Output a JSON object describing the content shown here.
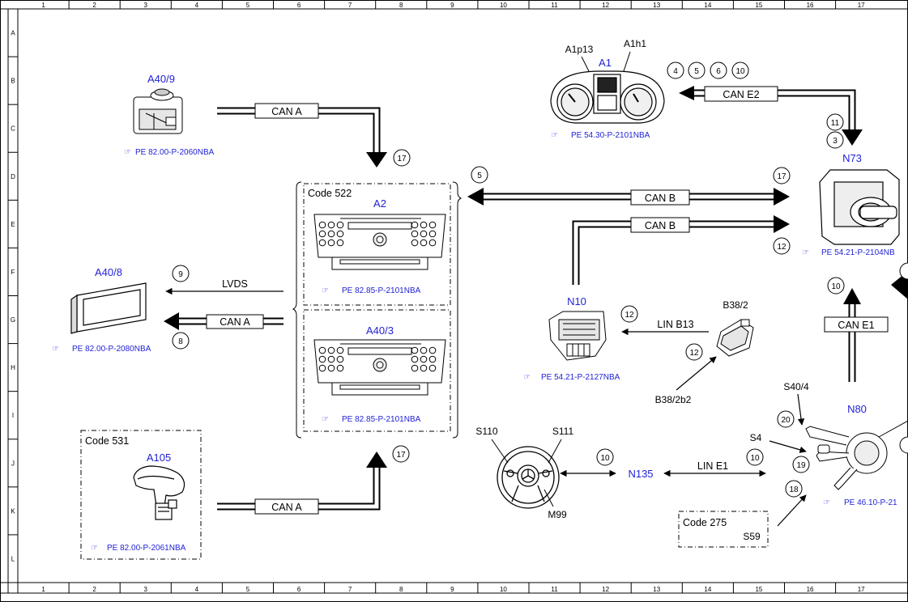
{
  "grid": {
    "columns": [
      "1",
      "2",
      "3",
      "4",
      "5",
      "6",
      "7",
      "8",
      "9",
      "10",
      "11",
      "12",
      "13",
      "14",
      "15",
      "16",
      "17"
    ],
    "rows": [
      "A",
      "B",
      "C",
      "D",
      "E",
      "F",
      "G",
      "H",
      "I",
      "J",
      "K",
      "L"
    ]
  },
  "components": {
    "a40_9": {
      "label": "A40/9",
      "ref": "PE 82.00-P-2060NBA"
    },
    "a1": {
      "label": "A1",
      "ref": "PE 54.30-P-2101NBA",
      "sub1": "A1p13",
      "sub2": "A1h1"
    },
    "n73": {
      "label": "N73",
      "ref": "PE 54.21-P-2104NB"
    },
    "a2": {
      "label": "A2",
      "ref": "PE 82.85-P-2101NBA"
    },
    "a40_3": {
      "label": "A40/3",
      "ref": "PE 82.85-P-2101NBA"
    },
    "a40_8": {
      "label": "A40/8",
      "ref": "PE 82.00-P-2080NBA"
    },
    "n10": {
      "label": "N10",
      "ref": "PE 54.21-P-2127NBA"
    },
    "b38_2": {
      "label": "B38/2",
      "sub": "B38/2b2"
    },
    "a105": {
      "label": "A105",
      "ref": "PE 82.00-P-2061NBA"
    },
    "steering": {
      "s110": "S110",
      "s111": "S111",
      "m99": "M99"
    },
    "n135": {
      "label": "N135"
    },
    "n80": {
      "label": "N80",
      "ref": "PE 46.10-P-21",
      "s40_4": "S40/4",
      "s4": "S4"
    },
    "s59": {
      "label": "S59"
    }
  },
  "codes": {
    "c522": "Code 522",
    "c531": "Code 531",
    "c275": "Code 275"
  },
  "buses": {
    "can_a": "CAN A",
    "can_b": "CAN B",
    "can_e1": "CAN E1",
    "can_e2": "CAN E2",
    "lvds": "LVDS",
    "lin_b13": "LIN B13",
    "lin_e1": "LIN E1"
  },
  "numbers": {
    "n3": "3",
    "n4": "4",
    "n5": "5",
    "n6": "6",
    "n8": "8",
    "n9": "9",
    "n10": "10",
    "n11": "11",
    "n12": "12",
    "n17": "17",
    "n18": "18",
    "n19": "19",
    "n20": "20"
  }
}
